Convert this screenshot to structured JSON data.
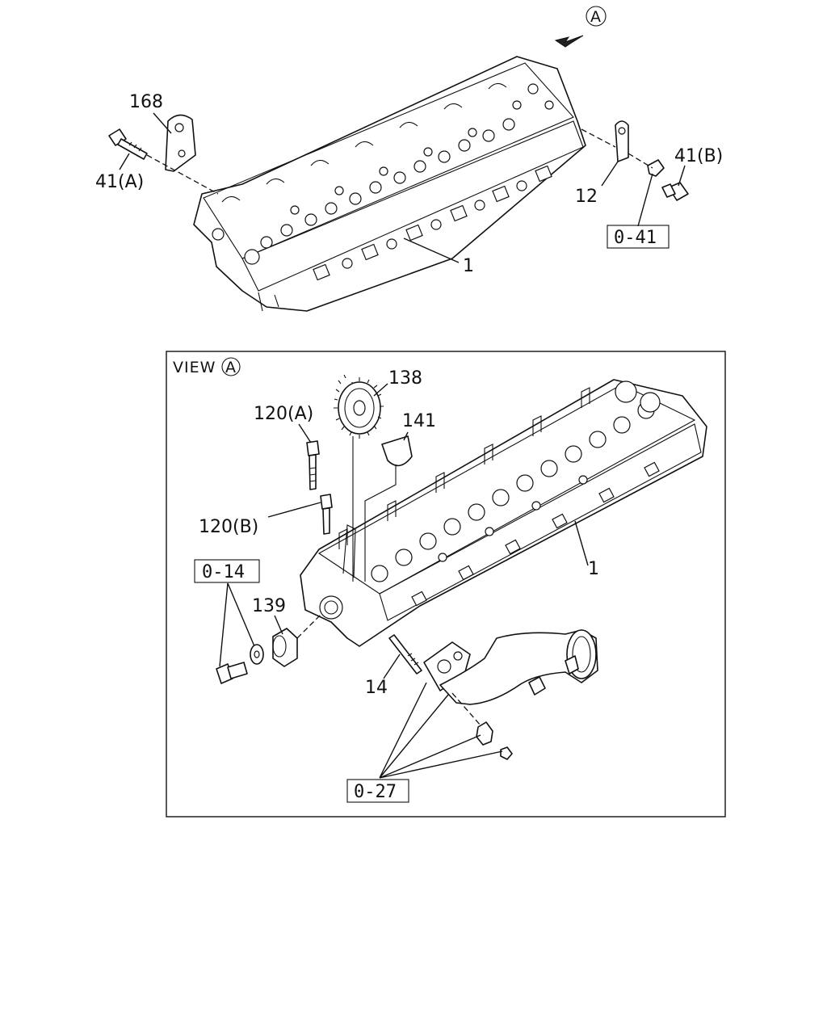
{
  "view_marker": "A",
  "view_title": "VIEW",
  "labels": {
    "p168": "168",
    "p41a": "41(A)",
    "p41b": "41(B)",
    "p12": "12",
    "p1_top": "1",
    "p138": "138",
    "p141": "141",
    "p120a": "120(A)",
    "p120b": "120(B)",
    "p139": "139",
    "p1_view": "1",
    "p14": "14"
  },
  "ref_boxes": {
    "r041": "0-41",
    "r014": "0-14",
    "r027": "0-27"
  }
}
